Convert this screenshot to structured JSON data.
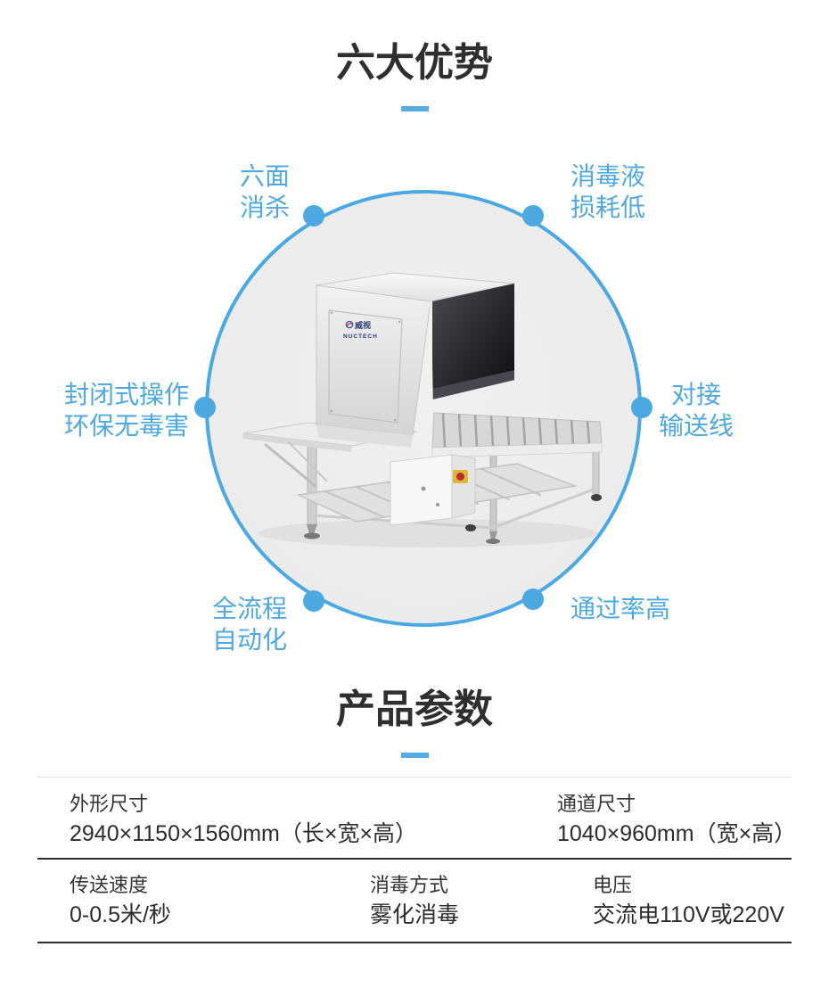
{
  "theme": {
    "accent_blue": "#4BA8E1",
    "label_blue": "#4FA9DF",
    "heading_color": "#2f2f2f",
    "circle_fill": "#ececec"
  },
  "advantages_section": {
    "title": "六大优势",
    "labels": {
      "top_left": {
        "line1": "六面",
        "line2": "消杀"
      },
      "top_right": {
        "line1": "消毒液",
        "line2": "损耗低"
      },
      "left": {
        "line1": "封闭式操作",
        "line2": "环保无毒害"
      },
      "right": {
        "line1": "对接",
        "line2": "输送线"
      },
      "bottom_left": {
        "line1": "全流程",
        "line2": "自动化"
      },
      "bottom_right": {
        "line1": "通过率高"
      }
    },
    "machine_logo": {
      "brand": "威视",
      "name": "NUCTECH"
    }
  },
  "parameters_section": {
    "title": "产品参数",
    "rows": [
      {
        "cells": [
          {
            "label": "外形尺寸",
            "value": "2940×1150×1560mm（长×宽×高）"
          },
          {
            "label": "通道尺寸",
            "value": "1040×960mm（宽×高）"
          }
        ]
      },
      {
        "cells": [
          {
            "label": "传送速度",
            "value": "0-0.5米/秒"
          },
          {
            "label": "消毒方式",
            "value": "雾化消毒"
          },
          {
            "label": "电压",
            "value": "交流电110V或220V"
          }
        ]
      }
    ]
  }
}
